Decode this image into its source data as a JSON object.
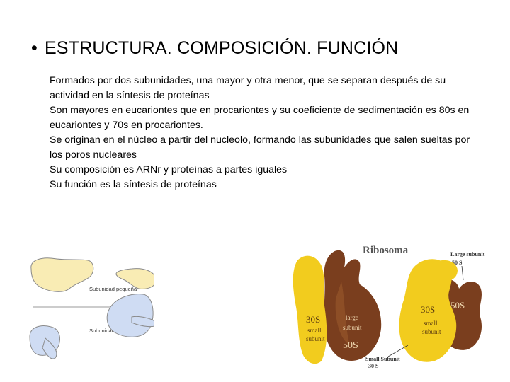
{
  "slide": {
    "bullet": "•",
    "title": "ESTRUCTURA. COMPOSICIÓN. FUNCIÓN",
    "paragraphs": [
      "Formados por dos subunidades, una mayor y otra menor, que se separan después de su actividad en la síntesis de proteínas",
      "Son mayores en eucariontes que en procariontes y su coeficiente de sedimentación es 80s en eucariontes y 70s en procariontes.",
      "Se originan en el núcleo a partir del nucleolo, formando las subunidades que salen sueltas por los poros nucleares",
      "Su composición es ARNr y proteínas a partes iguales",
      "Su función es la síntesis de proteínas"
    ]
  },
  "figure_left": {
    "label_small": "Subunidad pequeña",
    "label_large": "Subunidad grande",
    "colors": {
      "small": "#f9ecb4",
      "large": "#cfdcf3",
      "outline": "#8a8a8a"
    }
  },
  "figure_right": {
    "title": "Ribosoma",
    "large_subunit_label": "Large subunit",
    "large_subunit_s": "50 S",
    "left_30s": "30S",
    "left_small": "small",
    "left_subunit": "subunit",
    "left_large": "large",
    "left_large_subunit": "subunit",
    "left_50s": "50S",
    "right_30s": "30S",
    "right_50s": "50S",
    "right_small": "small",
    "right_subunit": "subunit",
    "small_subunit_label": "Small Subunit",
    "small_subunit_s": "30 S",
    "colors": {
      "yellow": "#f2cc1e",
      "brown": "#7a3e1e",
      "brown_light": "#9a5a2c"
    }
  }
}
